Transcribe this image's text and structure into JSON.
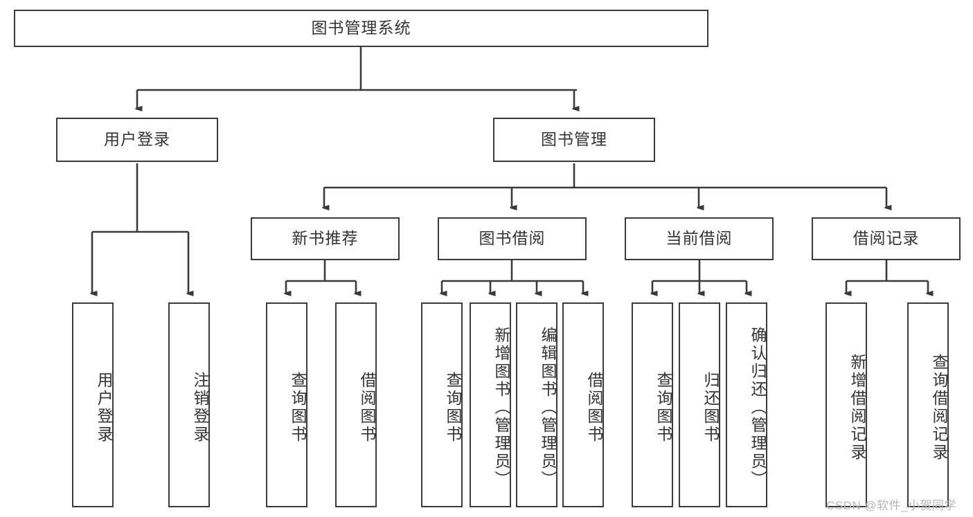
{
  "diagram": {
    "title": "图书管理系统",
    "type": "tree-hierarchy-chart",
    "stroke_color": "#3a3a3a",
    "text_color": "#333333",
    "background_color": "#ffffff"
  },
  "nodes": {
    "root": {
      "label": "图书管理系统"
    },
    "level2": [
      {
        "label": "用户登录"
      },
      {
        "label": "图书管理"
      }
    ],
    "level3": [
      {
        "label": "新书推荐"
      },
      {
        "label": "图书借阅"
      },
      {
        "label": "当前借阅"
      },
      {
        "label": "借阅记录"
      }
    ],
    "leaves": {
      "user_login": [
        {
          "label": "用户登录"
        },
        {
          "label": "注销登录"
        }
      ],
      "new_book_recommend": [
        {
          "label": "查询图书"
        },
        {
          "label": "借阅图书"
        }
      ],
      "book_borrow": [
        {
          "label": "查询图书"
        },
        {
          "label": "新增图书（管理员）"
        },
        {
          "label": "编辑图书（管理员）"
        },
        {
          "label": "借阅图书"
        }
      ],
      "current_borrow": [
        {
          "label": "查询图书"
        },
        {
          "label": "归还图书"
        },
        {
          "label": "确认归还（管理员）"
        }
      ],
      "borrow_record": [
        {
          "label": "新增借阅记录"
        },
        {
          "label": "查询借阅记录"
        }
      ]
    }
  },
  "watermark": {
    "text": "CSDN @软件_小贺同学"
  }
}
